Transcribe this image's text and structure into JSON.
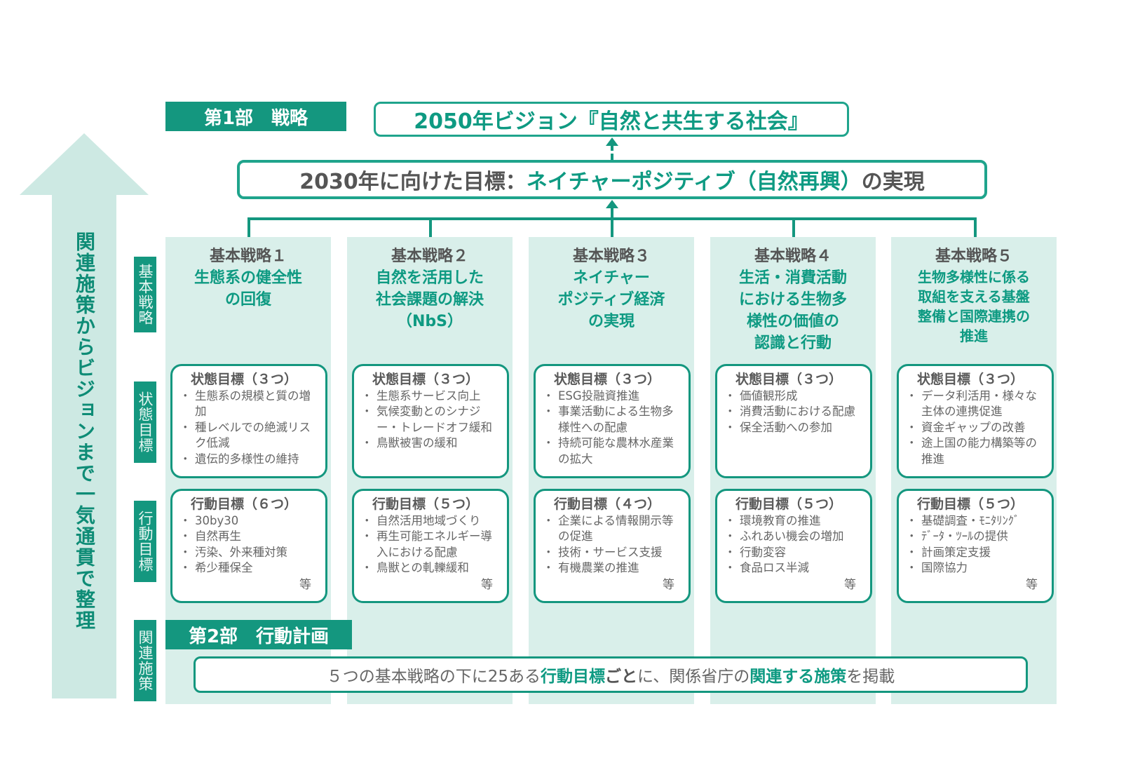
{
  "part1": {
    "label": "第1部　戦略"
  },
  "vision2050": {
    "prefix": "2050年ビジョン",
    "text": "『自然と共生する社会』"
  },
  "goal2030": {
    "prefix": "2030年に向けた目標：",
    "highlight": "ネイチャーポジティブ（自然再興）",
    "suffix": "の実現"
  },
  "left_arrow": {
    "text": "関連施策からビジョンまで一気通貫で整理"
  },
  "row_labels": [
    "基本戦略",
    "状態目標",
    "行動目標",
    "関連施策"
  ],
  "strategies": [
    {
      "number": "基本戦略１",
      "title_lines": [
        "生態系の健全性",
        "の回復"
      ],
      "state_goal": {
        "title": "状態目標（３つ）",
        "items": [
          "生態系の規模と質の増加",
          "種レベルでの絶滅リスク低減",
          "遺伝的多様性の維持"
        ]
      },
      "action_goal": {
        "title": "行動目標（６つ）",
        "items": [
          "30by30",
          "自然再生",
          "汚染、外来種対策",
          "希少種保全"
        ],
        "etc": "等"
      }
    },
    {
      "number": "基本戦略２",
      "title_lines": [
        "自然を活用した",
        "社会課題の解決",
        "（NbS）"
      ],
      "state_goal": {
        "title": "状態目標（３つ）",
        "items": [
          "生態系サービス向上",
          "気候変動とのシナジー・トレードオフ緩和",
          "鳥獣被害の緩和"
        ]
      },
      "action_goal": {
        "title": "行動目標（５つ）",
        "items": [
          "自然活用地域づくり",
          "再生可能エネルギー導入における配慮",
          "鳥獣との軋轢緩和"
        ],
        "etc": "等"
      }
    },
    {
      "number": "基本戦略３",
      "title_lines": [
        "ネイチャー",
        "ポジティブ経済",
        "の実現"
      ],
      "state_goal": {
        "title": "状態目標（３つ）",
        "items": [
          "ESG投融資推進",
          "事業活動による生物多様性への配慮",
          "持続可能な農林水産業の拡大"
        ]
      },
      "action_goal": {
        "title": "行動目標（４つ）",
        "items": [
          "企業による情報開示等の促進",
          "技術・サービス支援",
          "有機農業の推進"
        ],
        "etc": "等"
      }
    },
    {
      "number": "基本戦略４",
      "title_lines": [
        "生活・消費活動",
        "における生物多",
        "様性の価値の",
        "認識と行動"
      ],
      "state_goal": {
        "title": "状態目標（３つ）",
        "items": [
          "価値観形成",
          "消費活動における配慮",
          "保全活動への参加"
        ]
      },
      "action_goal": {
        "title": "行動目標（５つ）",
        "items": [
          "環境教育の推進",
          "ふれあい機会の増加",
          "行動変容",
          "食品ロス半減"
        ],
        "etc": "等"
      }
    },
    {
      "number": "基本戦略５",
      "title_lines": [
        "生物多様性に係る",
        "取組を支える基盤",
        "整備と国際連携の",
        "推進"
      ],
      "state_goal": {
        "title": "状態目標（３つ）",
        "items": [
          "データ利活用・様々な主体の連携促進",
          "資金ギャップの改善",
          "途上国の能力構築等の推進"
        ]
      },
      "action_goal": {
        "title": "行動目標（５つ）",
        "items": [
          "基礎調査・ﾓﾆﾀﾘﾝｸﾞ",
          "ﾃﾞｰﾀ・ﾂｰﾙの提供",
          "計画策定支援",
          "国際協力"
        ],
        "etc": "等"
      }
    }
  ],
  "part2": {
    "label": "第2部　行動計画"
  },
  "bottom_note": {
    "t1": "５つの基本戦略の下に25ある",
    "b1": "行動目標",
    "b1b": "ごと",
    "t2": "に、関係省庁の",
    "b2": "関連する施策",
    "t3": "を掲載"
  },
  "colors": {
    "teal": "#14977f",
    "light_teal": "#d9efea",
    "arrow": "#cde9e3",
    "text": "#595959"
  }
}
